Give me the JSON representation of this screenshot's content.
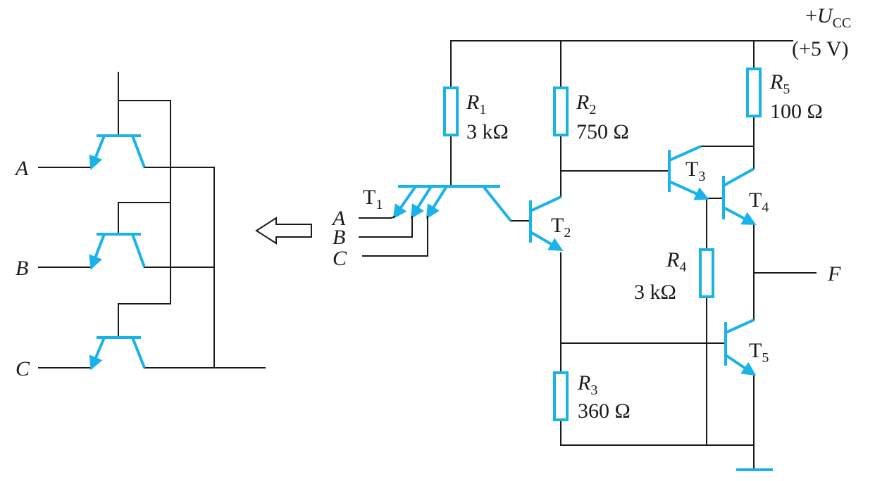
{
  "colors": {
    "wire": "#1a1a1a",
    "component": "#1ab2ea",
    "background": "#ffffff"
  },
  "supply": {
    "line1_prefix": "+",
    "line1_symbol": "U",
    "line1_sub": "CC",
    "line2": "(+5 V)"
  },
  "resistors": [
    {
      "id": "R1",
      "letter": "R",
      "sub": "1",
      "value": "3 kΩ"
    },
    {
      "id": "R2",
      "letter": "R",
      "sub": "2",
      "value": "750 Ω"
    },
    {
      "id": "R3",
      "letter": "R",
      "sub": "3",
      "value": "360 Ω"
    },
    {
      "id": "R4",
      "letter": "R",
      "sub": "4",
      "value": "3 kΩ"
    },
    {
      "id": "R5",
      "letter": "R",
      "sub": "5",
      "value": "100 Ω"
    }
  ],
  "transistors": [
    {
      "id": "T1",
      "letter": "T",
      "sub": "1"
    },
    {
      "id": "T2",
      "letter": "T",
      "sub": "2"
    },
    {
      "id": "T3",
      "letter": "T",
      "sub": "3"
    },
    {
      "id": "T4",
      "letter": "T",
      "sub": "4"
    },
    {
      "id": "T5",
      "letter": "T",
      "sub": "5"
    }
  ],
  "inputs": [
    "A",
    "B",
    "C"
  ],
  "output": "F",
  "equivalent_inputs": [
    "A",
    "B",
    "C"
  ]
}
